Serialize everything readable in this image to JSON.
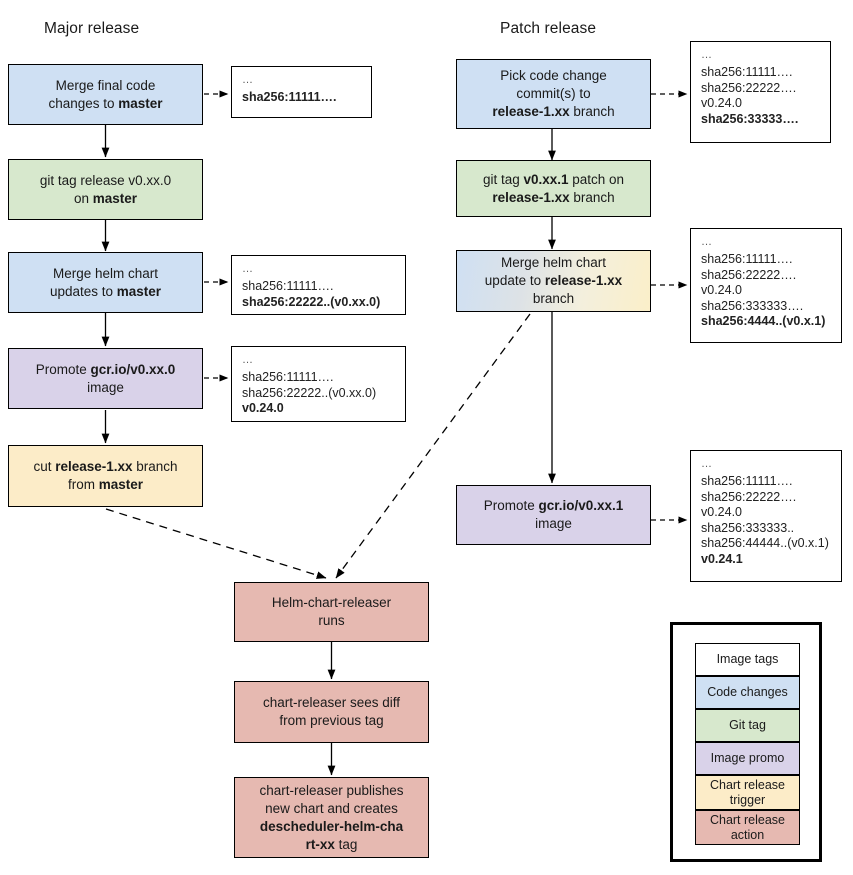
{
  "titles": {
    "major": "Major release",
    "patch": "Patch release"
  },
  "major_flow": [
    {
      "id": "merge-final-code",
      "kind": "Code changes",
      "line1": "Merge final code",
      "line2_pre": "changes to ",
      "line2_bold": "master",
      "line2_post": "",
      "line3": ""
    },
    {
      "id": "git-tag-release",
      "kind": "Git tag",
      "line1": "git tag release v0.xx.0",
      "line2_pre": "on ",
      "line2_bold": "master",
      "line2_post": "",
      "line3": ""
    },
    {
      "id": "merge-helm-chart",
      "kind": "Code changes",
      "line1": "Merge helm chart",
      "line2_pre": "updates to ",
      "line2_bold": "master",
      "line2_post": "",
      "line3": ""
    },
    {
      "id": "promote-image",
      "kind": "Image promo",
      "line1_pre": "Promote ",
      "line1_bold": "gcr.io/v0.xx.0",
      "line2": "image",
      "line3": ""
    },
    {
      "id": "cut-release-branch",
      "kind": "Chart release trigger",
      "line1_pre": "cut ",
      "line1_bold": "release-1.xx",
      "line1_post": " branch",
      "line2_pre": "from ",
      "line2_bold": "master"
    }
  ],
  "patch_flow": [
    {
      "id": "pick-code-change",
      "kind": "Code changes",
      "line1": "Pick code change",
      "line2": "commit(s) to",
      "line3_bold": "release-1.xx",
      "line3_post": " branch"
    },
    {
      "id": "git-tag-patch",
      "kind": "Git tag",
      "line1_pre": "git tag ",
      "line1_bold": "v0.xx.1",
      "line1_post": " patch on",
      "line2_bold": "release-1.xx",
      "line2_post": " branch"
    },
    {
      "id": "merge-helm-update",
      "kind": "Code changes + Chart release trigger",
      "line1": "Merge helm chart",
      "line2_pre": "update to ",
      "line2_bold": "release-1.xx",
      "line3": "branch"
    },
    {
      "id": "promote-patch-image",
      "kind": "Image promo",
      "line1_pre": "Promote ",
      "line1_bold": "gcr.io/v0.xx.1",
      "line2": "image",
      "line3": ""
    }
  ],
  "chart_flow": [
    {
      "id": "helm-chart-releaser-runs",
      "kind": "Chart release action",
      "line1": "Helm-chart-releaser",
      "line2": "runs",
      "line3": "",
      "line4": ""
    },
    {
      "id": "chart-releaser-sees-diff",
      "kind": "Chart release action",
      "line1": "chart-releaser sees diff",
      "line2": "from previous tag",
      "line3": "",
      "line4": ""
    },
    {
      "id": "chart-releaser-publishes",
      "kind": "Chart release action",
      "line1": "chart-releaser publishes",
      "line2": "new chart and creates",
      "line3_bold": "descheduler-helm-cha",
      "line4_bold": "rt-xx",
      "line4_post": " tag"
    }
  ],
  "tag_boxes": [
    {
      "id": "tags-after-merge-final-code",
      "lines": [
        {
          "text": "…",
          "bold": false,
          "dots": true
        },
        {
          "text": "sha256:11111….",
          "bold": true
        }
      ]
    },
    {
      "id": "tags-after-merge-helm-chart",
      "lines": [
        {
          "text": "…",
          "bold": false,
          "dots": true
        },
        {
          "text": "sha256:11111….",
          "bold": false
        },
        {
          "text": "sha256:22222..(v0.xx.0)",
          "bold": true
        }
      ]
    },
    {
      "id": "tags-after-promote-image",
      "lines": [
        {
          "text": "…",
          "bold": false,
          "dots": true
        },
        {
          "text": "sha256:11111….",
          "bold": false
        },
        {
          "text": "sha256:22222..(v0.xx.0)",
          "bold": false
        },
        {
          "text": "v0.24.0",
          "bold": true
        }
      ]
    },
    {
      "id": "tags-after-pick-code-change",
      "lines": [
        {
          "text": "…",
          "bold": false,
          "dots": true
        },
        {
          "text": "sha256:11111….",
          "bold": false
        },
        {
          "text": "sha256:22222….",
          "bold": false
        },
        {
          "text": "v0.24.0",
          "bold": false
        },
        {
          "text": "sha256:33333….",
          "bold": true
        }
      ]
    },
    {
      "id": "tags-after-merge-helm-update",
      "lines": [
        {
          "text": "…",
          "bold": false,
          "dots": true
        },
        {
          "text": "sha256:11111….",
          "bold": false
        },
        {
          "text": "sha256:22222….",
          "bold": false
        },
        {
          "text": "v0.24.0",
          "bold": false
        },
        {
          "text": "sha256:333333….",
          "bold": false
        },
        {
          "text": "sha256:4444..(v0.x.1)",
          "bold": true
        }
      ]
    },
    {
      "id": "tags-after-promote-patch-image",
      "lines": [
        {
          "text": "…",
          "bold": false,
          "dots": true
        },
        {
          "text": "sha256:11111….",
          "bold": false
        },
        {
          "text": "sha256:22222….",
          "bold": false
        },
        {
          "text": "v0.24.0",
          "bold": false
        },
        {
          "text": "sha256:333333..",
          "bold": false
        },
        {
          "text": "sha256:44444..(v0.x.1)",
          "bold": false
        },
        {
          "text": "v0.24.1",
          "bold": true
        }
      ]
    }
  ],
  "legend": {
    "items": [
      {
        "label": "Image tags",
        "color": "#ffffff"
      },
      {
        "label": "Code changes",
        "color": "#cfe0f3"
      },
      {
        "label": "Git tag",
        "color": "#d7e8cd"
      },
      {
        "label": "Image promo",
        "color": "#d9d2e9"
      },
      {
        "label": "Chart release\ntrigger",
        "color": "#fcecc8"
      },
      {
        "label": "Chart release\naction",
        "color": "#e6b9b1"
      }
    ]
  },
  "colors": {
    "code_changes": "#cfe0f3",
    "git_tag": "#d7e8cd",
    "image_promo": "#d9d2e9",
    "chart_trigger": "#fcecc8",
    "chart_action": "#e6b9b1",
    "stroke": "#000000",
    "background": "#ffffff"
  }
}
